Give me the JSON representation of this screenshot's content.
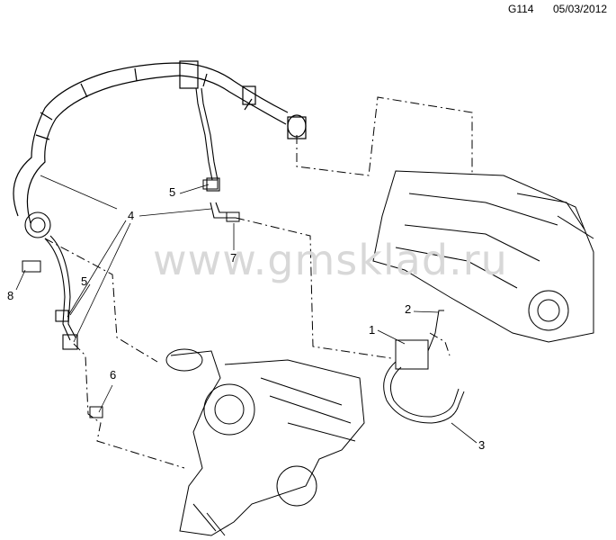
{
  "header": {
    "code": "G114",
    "date": "05/03/2012"
  },
  "watermark": "www.gmsklad.ru",
  "callouts": [
    {
      "id": "1",
      "label": "1"
    },
    {
      "id": "2",
      "label": "2"
    },
    {
      "id": "3",
      "label": "3"
    },
    {
      "id": "4",
      "label": "4"
    },
    {
      "id": "5a",
      "label": "5"
    },
    {
      "id": "5b",
      "label": "5"
    },
    {
      "id": "6",
      "label": "6"
    },
    {
      "id": "7",
      "label": "7"
    },
    {
      "id": "8",
      "label": "8"
    }
  ]
}
